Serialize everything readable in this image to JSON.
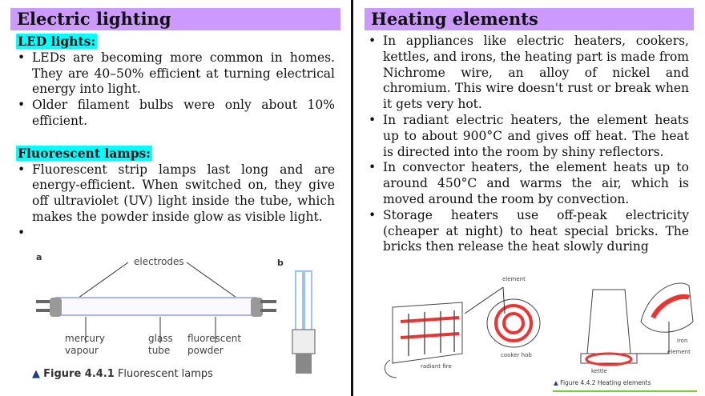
{
  "left": {
    "title": "Electric lighting",
    "led_heading": "LED lights:",
    "led_items": [
      "LEDs are becoming more common in homes. They are 40–50% efficient at turning electrical energy into light.",
      "Older filament bulbs were only about 10% efficient."
    ],
    "fluor_heading": "Fluorescent lamps:",
    "fluor_items": [
      "Fluorescent strip lamps last long and are energy-efficient. When switched on, they give off ultraviolet (UV) light inside the tube, which makes the powder inside glow as visible light."
    ],
    "figure": {
      "label_a": "a",
      "label_b": "b",
      "electrodes": "electrodes",
      "mercury": "mercury",
      "vapour": "vapour",
      "glass": "glass",
      "tube": "tube",
      "fluorescent": "fluorescent",
      "powder": "powder",
      "caption_bold": "Figure 4.4.1",
      "caption": "Fluorescent lamps"
    }
  },
  "right": {
    "title": "Heating elements",
    "items": [
      "In appliances like electric heaters, cookers, kettles, and irons, the heating part is made from Nichrome wire, an alloy of nickel and chromium. This wire doesn't rust or break when it gets very hot.",
      "In radiant electric heaters, the element heats up to about 900°C and gives off heat. The heat is directed into the room by shiny reflectors.",
      "In convector heaters, the element heats up to around 450°C and warms the air, which is moved around the room by convection.",
      "Storage heaters use off-peak electricity (cheaper at night) to heat special bricks. The bricks then release the heat slowly during"
    ],
    "figure": {
      "element1": "element",
      "radiant_fire": "radiant fire",
      "cooker_hob": "cooker hob",
      "kettle": "kettle",
      "iron": "iron",
      "element2": "element",
      "caption": "Figure 4.4.2 Heating elements"
    }
  },
  "colors": {
    "heading_bg": "#cc99ff",
    "subheading_bg": "#00ffff"
  }
}
